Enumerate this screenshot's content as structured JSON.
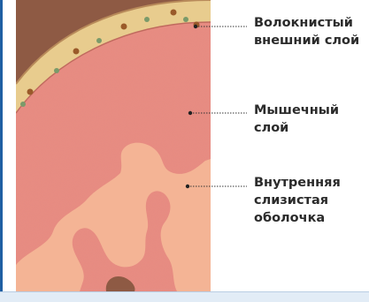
{
  "labels": {
    "outer": [
      "Волокнистый",
      "внешний слой"
    ],
    "muscle": [
      "Мышечный",
      "слой"
    ],
    "inner": [
      "Внутренняя",
      "слизистая",
      "оболочка"
    ]
  },
  "colors": {
    "outer_layer": "#e8cc8e",
    "muscle_layer": "#e88c80",
    "mucosa": "#f4b495",
    "lumen": "#8e5a44",
    "accent": "#1f5fa3"
  }
}
